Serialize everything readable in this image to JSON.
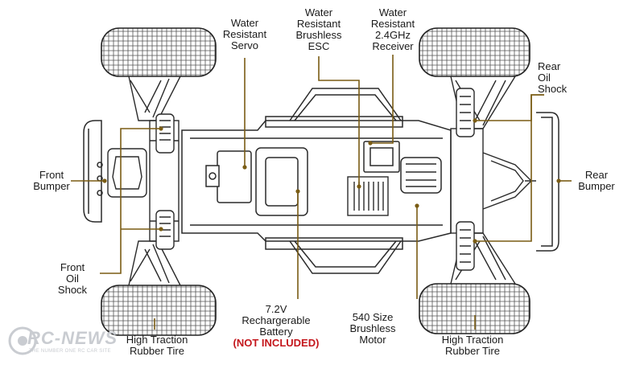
{
  "colors": {
    "leader": "#7a5c14",
    "line": "#2a2a2a",
    "warning": "#c4161c",
    "watermark": "#c9ccd1"
  },
  "labels": {
    "servo": [
      "Water",
      "Resistant",
      "Servo"
    ],
    "esc": [
      "Water",
      "Resistant",
      "Brushless",
      "ESC"
    ],
    "receiver": [
      "Water",
      "Resistant",
      "2.4GHz",
      "Receiver"
    ],
    "rear_shock": [
      "Rear",
      "Oil",
      "Shock"
    ],
    "front_bumper": [
      "Front",
      "Bumper"
    ],
    "rear_bumper": [
      "Rear",
      "Bumper"
    ],
    "front_shock": [
      "Front",
      "Oil",
      "Shock"
    ],
    "battery": [
      "7.2V",
      "Rechargerable",
      "Battery"
    ],
    "battery_note": "(NOT INCLUDED)",
    "motor": [
      "540 Size",
      "Brushless",
      "Motor"
    ],
    "tire_left": [
      "High Traction",
      "Rubber Tire"
    ],
    "tire_right": [
      "High Traction",
      "Rubber Tire"
    ]
  },
  "watermark": {
    "brand": "RC-NEWS",
    "tagline": "THE NUMBER ONE RC CAR SITE"
  }
}
